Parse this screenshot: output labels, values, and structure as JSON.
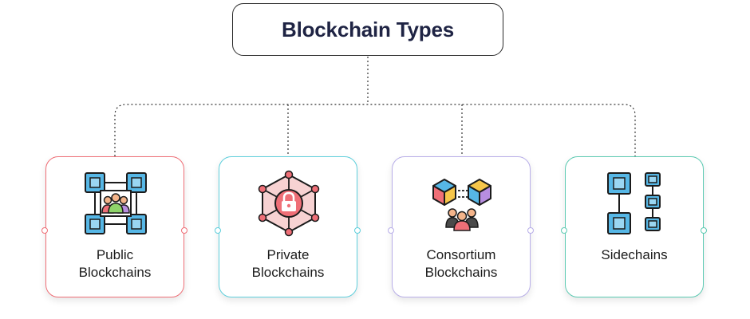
{
  "title": "Blockchain Types",
  "colors": {
    "text": "#1f2444",
    "public": "#ef6f77",
    "private": "#5fcfdc",
    "consortium": "#b8aee8",
    "sidechains": "#5ccab2"
  },
  "types": [
    {
      "label": "Public\nBlockchains",
      "icon": "network-people-icon"
    },
    {
      "label": "Private\nBlockchains",
      "icon": "network-lock-icon"
    },
    {
      "label": "Consortium\nBlockchains",
      "icon": "linked-cubes-group-icon"
    },
    {
      "label": "Sidechains",
      "icon": "parallel-chains-icon"
    }
  ]
}
